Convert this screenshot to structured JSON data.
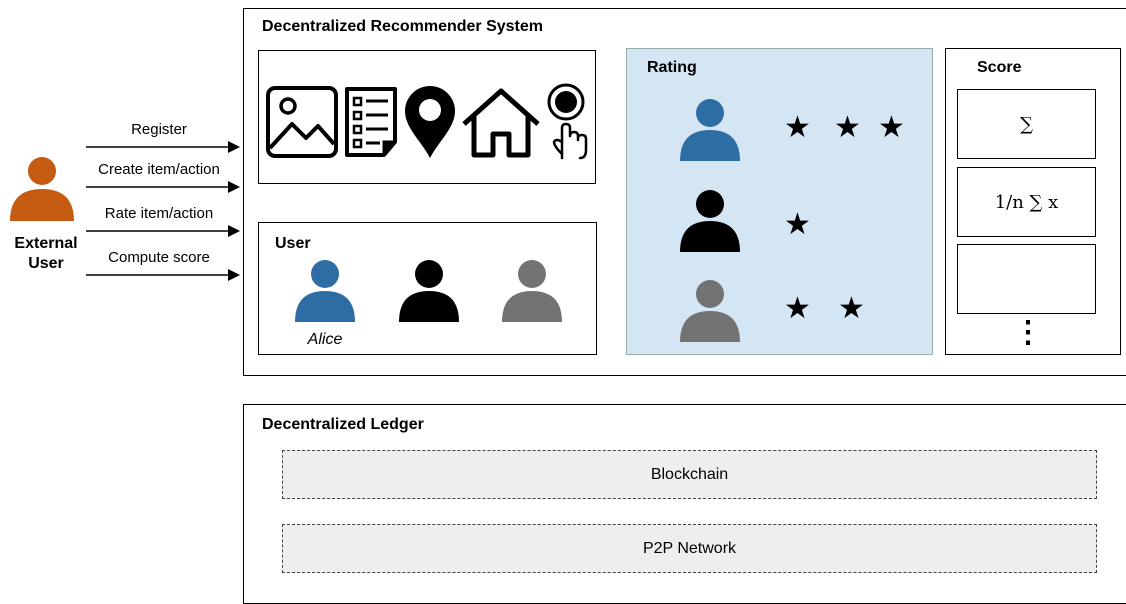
{
  "external_user": {
    "label": "External User",
    "color": "#c55a11"
  },
  "actions": [
    {
      "label": "Register"
    },
    {
      "label": "Create item/action"
    },
    {
      "label": "Rate item/action"
    },
    {
      "label": "Compute score"
    }
  ],
  "recommender": {
    "title": "Decentralized Recommender System",
    "item_icons": [
      "image-icon",
      "document-list-icon",
      "location-pin-icon",
      "house-icon",
      "touch-hand-icon"
    ],
    "users_panel": {
      "title": "User",
      "users": [
        {
          "name": "Alice",
          "color": "#2e6da4"
        },
        {
          "name": "",
          "color": "#000000"
        },
        {
          "name": "",
          "color": "#737373"
        }
      ]
    },
    "rating_panel": {
      "title": "Rating",
      "background": "#d4e5f3",
      "ratings": [
        {
          "user_color": "#2e6da4",
          "stars": 3
        },
        {
          "user_color": "#000000",
          "stars": 1
        },
        {
          "user_color": "#737373",
          "stars": 2
        }
      ]
    },
    "score_panel": {
      "title": "Score",
      "cells": [
        "∑",
        "1/n  ∑ x",
        ""
      ],
      "more": "⋮"
    }
  },
  "ledger": {
    "title": "Decentralized Ledger",
    "layers": [
      "Blockchain",
      "P2P Network"
    ]
  }
}
